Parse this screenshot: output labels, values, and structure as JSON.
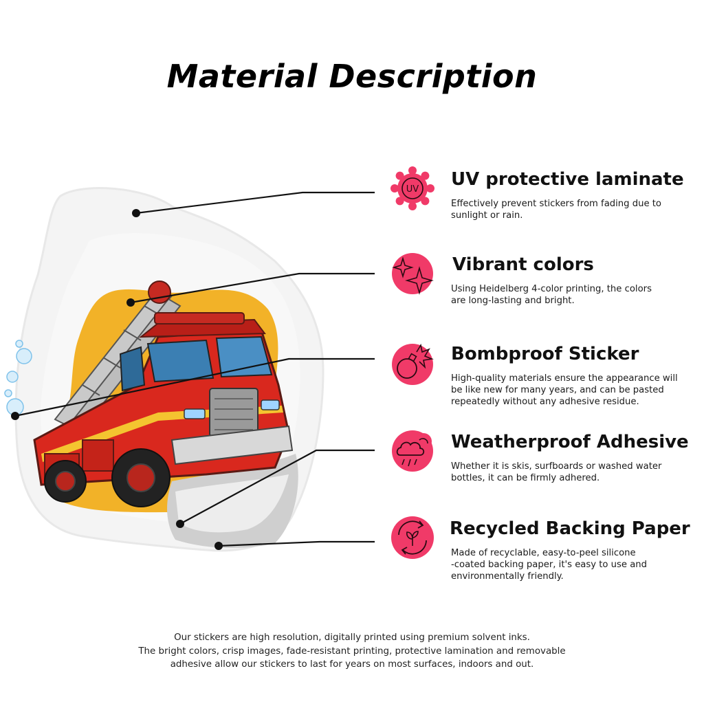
{
  "title": "Material Description",
  "colors": {
    "icon_accent": "#f03a68",
    "sticker_border": "#e8e8e8",
    "background_splash": "#f2b228",
    "truck_red": "#d9281e",
    "leader_line": "#111111"
  },
  "features": [
    {
      "icon": "uv-sun-icon",
      "icon_text": "UV",
      "title": "UV protective laminate",
      "description": "Effectively prevent stickers from fading due to\nsunlight or rain."
    },
    {
      "icon": "sparkles-icon",
      "title": "Vibrant colors",
      "description": "Using Heidelberg 4-color printing, the colors\nare long-lasting and bright."
    },
    {
      "icon": "bomb-icon",
      "title": "Bombproof Sticker",
      "description": "High-quality materials ensure the appearance will\nbe like new for many years, and can be pasted\nrepeatedly without any adhesive residue."
    },
    {
      "icon": "cloud-rain-icon",
      "title": "Weatherproof Adhesive",
      "description": "Whether it is skis, surfboards or washed water\nbottles, it can be firmly adhered."
    },
    {
      "icon": "recycle-icon",
      "title": "Recycled Backing Paper",
      "description": "Made of recyclable, easy-to-peel silicone\n-coated backing paper, it's easy to use and\nenvironmentally friendly."
    }
  ],
  "footer": {
    "line1": "Our stickers are high resolution, digitally printed using premium solvent inks.",
    "line2": "The bright colors, crisp images, fade-resistant printing, protective lamination and removable",
    "line3": "adhesive allow our stickers to last for years on most surfaces, indoors and out."
  }
}
